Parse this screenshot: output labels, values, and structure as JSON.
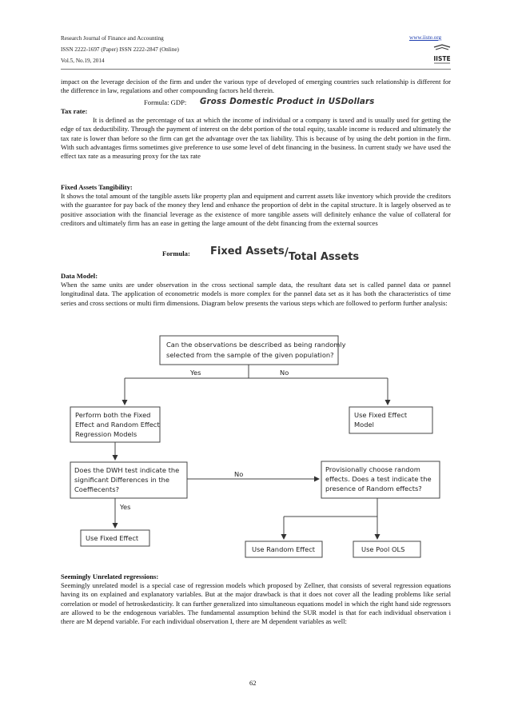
{
  "header": {
    "journal": "Research Journal of Finance and Accounting",
    "issn": "ISSN 2222-1697 (Paper) ISSN 2222-2847 (Online)",
    "volume": "Vol.5, No.19, 2014",
    "url": "www.iiste.org",
    "logo_text": "IISTE"
  },
  "intro": {
    "text": "impact on the leverage decision of the firm and under the various type of developed of emerging countries such relationship is different for the difference in law, regulations and other compounding factors held therein.",
    "formula_label": "Formula: GDP:",
    "formula": "Gross Domestic Product in USDollars"
  },
  "tax_rate": {
    "heading": "Tax rate:",
    "text": "It is defined as the percentage of tax at which the income of individual or a company is taxed and is usually used for getting the edge of tax deductibility. Through the payment of interest on the debt portion of the total equity, taxable income is reduced and ultimately the tax rate is lower than before so the firm can get the advantage over the tax liability. This is because of by using the debt portion in the firm. With such advantages firms sometimes give preference to use some level of debt financing in the business. In current study we have used the effect tax rate as a measuring proxy for the tax rate"
  },
  "fixed_assets": {
    "heading": "Fixed Assets Tangibility:",
    "text": "It shows the total amount of the tangible assets like property plan and equipment and current assets like inventory which provide the creditors with the guarantee for pay back of the money they lend and enhance the proportion of debt in the capital structure. It is largely observed as te positive association with the financial leverage as the existence of more tangible assets will definitely enhance the value of collateral for creditors and ultimately firm has an ease in getting the large amount of the debt financing from the external sources",
    "formula_label": "Formula:",
    "numerator": "Fixed Assets",
    "slash": "/",
    "denominator": "Total Assets"
  },
  "data_model": {
    "heading": "Data Model:",
    "text": "When the same units are under observation in the cross sectional sample data, the resultant data set is called pannel data or pannel longitudinal data. The application of econometric models is more complex for the pannel data set as it has both the characteristics of time series and cross sections or multi firm dimensions. Diagram below presents the various steps which are followed to perform further analysis:"
  },
  "diagram": {
    "top_box": [
      "Can the observations be described as being randomly",
      "selected from the sample of the given population?"
    ],
    "yes_label": "Yes",
    "no_label": "No",
    "left_box": [
      "Perform both the Fixed",
      "Effect and Random Effect",
      "Regression Models"
    ],
    "right_box": [
      "Use Fixed Effect",
      "Model"
    ],
    "dwh_box": [
      "Does the DWH test indicate the",
      "significant Differences in the",
      "Coeffiecents?"
    ],
    "no_label2": "No",
    "prov_box": [
      "Provisionally choose random",
      "effects. Does a test indicate the",
      "presence of Random effects?"
    ],
    "yes_label2": "Yes",
    "fixed_out": "Use Fixed Effect",
    "random_out": "Use Random Effect",
    "pool_out": "Use Pool OLS"
  },
  "sur": {
    "heading": "Seemingly Unrelated regressions:",
    "text": "Seemingly unrelated model is a special case of regression models which proposed by Zellner, that consists of several regression equations having its on explained and explanatory variables. But at the major drawback is that it does not cover all the leading problems like serial correlation or model of hetroskedasticity. It can further generalized into simultaneous equations model in which the right hand side regressors are allowed to be the endogenous variables. The fundamental assumption behind the SUR model is that for each individual observation i there are M depend variable. For each individual observation I, there are M dependent variables as well:"
  },
  "page_number": "62",
  "colors": {
    "link": "#1f3fb0",
    "box_border": "#444444",
    "arrow": "#333333"
  }
}
